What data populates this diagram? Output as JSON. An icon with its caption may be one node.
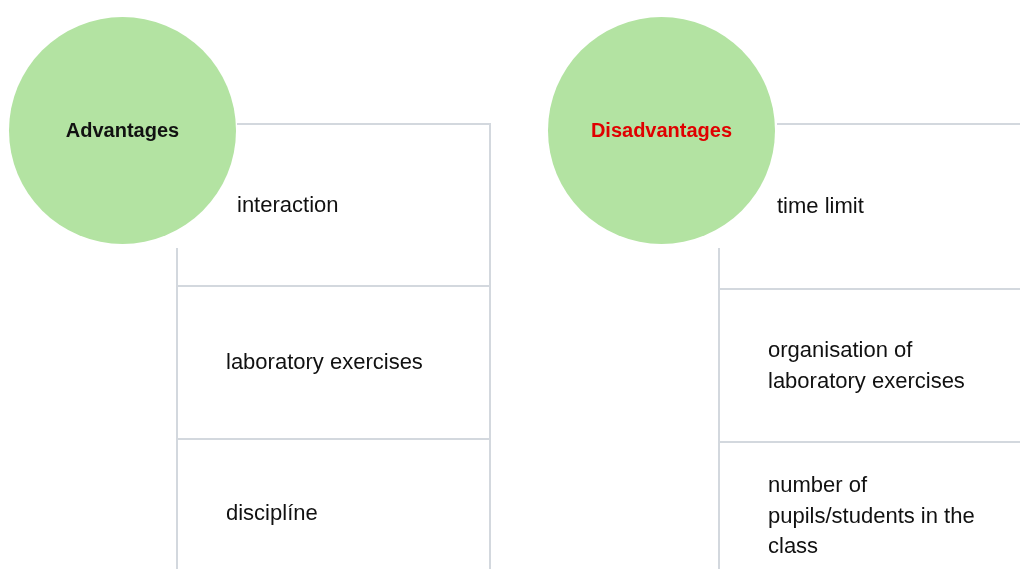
{
  "diagram": {
    "nodes": [
      {
        "text": [
          "Advantages"
        ]
      },
      {
        "text": [
          "interaction"
        ]
      },
      {
        "text": [
          "laboratory exercises"
        ]
      },
      {
        "text": [
          "disciplíne"
        ]
      },
      {
        "text": [
          "Disadvantages"
        ]
      },
      {
        "text": [
          "time limit"
        ]
      },
      {
        "text": [
          "organisation of laboratory exercises"
        ]
      },
      {
        "text": [
          "number of pupils/students in the class"
        ]
      }
    ]
  }
}
